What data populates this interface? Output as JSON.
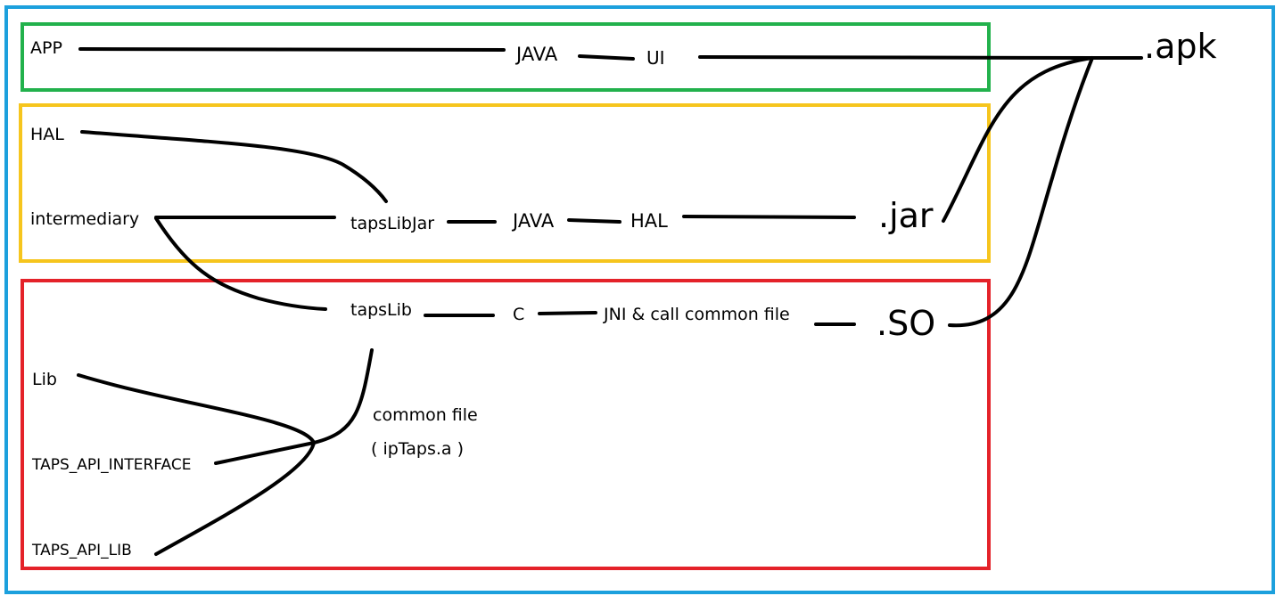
{
  "nodes": {
    "app": "APP",
    "java_top": "JAVA",
    "ui": "UI",
    "apk": ".apk",
    "hal_left": "HAL",
    "intermediary": "intermediary",
    "tapslibjar": "tapsLibJar",
    "java_mid": "JAVA",
    "hal_mid": "HAL",
    "jar": ".jar",
    "tapslib": "tapsLib",
    "c": "C",
    "jni": "JNI & call common file",
    "so": ".SO",
    "lib": "Lib",
    "common_file": "common file",
    "iptaps": "( ipTaps.a )",
    "taps_api_interface": "TAPS_API_INTERFACE",
    "taps_api_lib": "TAPS_API_LIB"
  },
  "colors": {
    "outer_frame": "#1ca0dd",
    "app_layer": "#22b14c",
    "framework_layer": "#f6c51d",
    "native_layer": "#e42229",
    "connector": "#000000"
  }
}
